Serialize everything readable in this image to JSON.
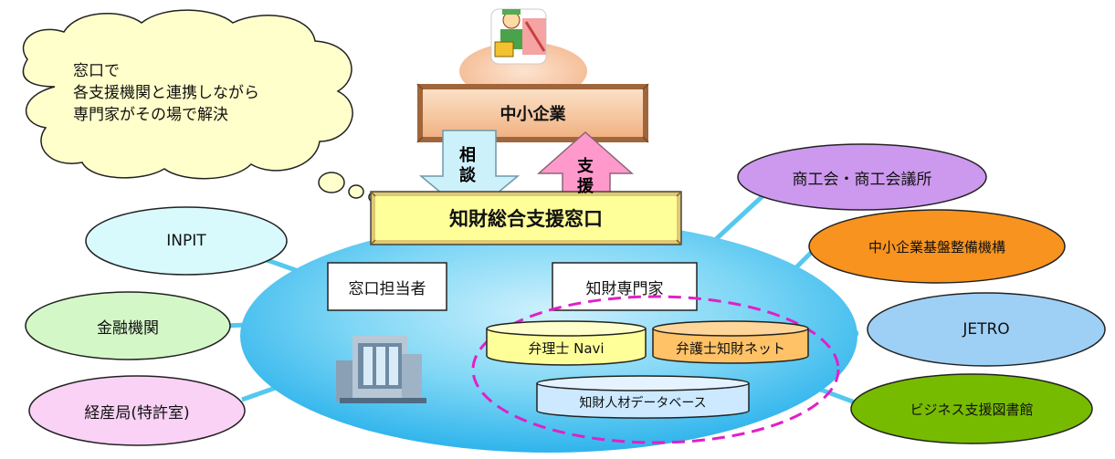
{
  "thought_bubble": {
    "lines": [
      "窓口で",
      "各支援機関と連携しながら",
      "専門家がその場で解決"
    ]
  },
  "company": {
    "label": "中小企業"
  },
  "arrows": {
    "consult": [
      "相",
      "談"
    ],
    "support": [
      "支",
      "援"
    ]
  },
  "center": {
    "window_label": "知財総合支援窓口",
    "staff_label": "窓口担当者",
    "expert_label": "知財専門家",
    "databases": {
      "patent_attorney": "弁理士 Navi",
      "lawyer": "弁護士知財ネット",
      "talent": "知財人材データベース"
    }
  },
  "left_partners": {
    "inpit": "INPIT",
    "finance": "金融機関",
    "meti_bureau": "経産局(特許室)"
  },
  "right_partners": {
    "chamber": "商工会・商工会議所",
    "smrj": "中小企業基盤整備機構",
    "jetro": "JETRO",
    "library": "ビジネス支援図書館"
  },
  "colors": {
    "center_ellipse": "#5fc8f0",
    "connector": "#55c8ee",
    "inpit": "#d9fafc",
    "finance": "#d4f7c8",
    "meti_bureau": "#fad2f6",
    "chamber": "#cc99ee",
    "smrj": "#f7931e",
    "jetro": "#9ed0f6",
    "library": "#77bb00",
    "company_box": "#f5c69e",
    "window_box": "#ffff99",
    "consult_arrow": "#cdf1fb",
    "support_arrow": "#ff99cc",
    "db_patent_attorney": "#ffff99",
    "db_lawyer": "#ffc266",
    "db_talent": "#cce9ff",
    "dashed_group": "#e020c8"
  },
  "icons": [
    "worker-illustration",
    "building-icon",
    "thought-bubble"
  ]
}
